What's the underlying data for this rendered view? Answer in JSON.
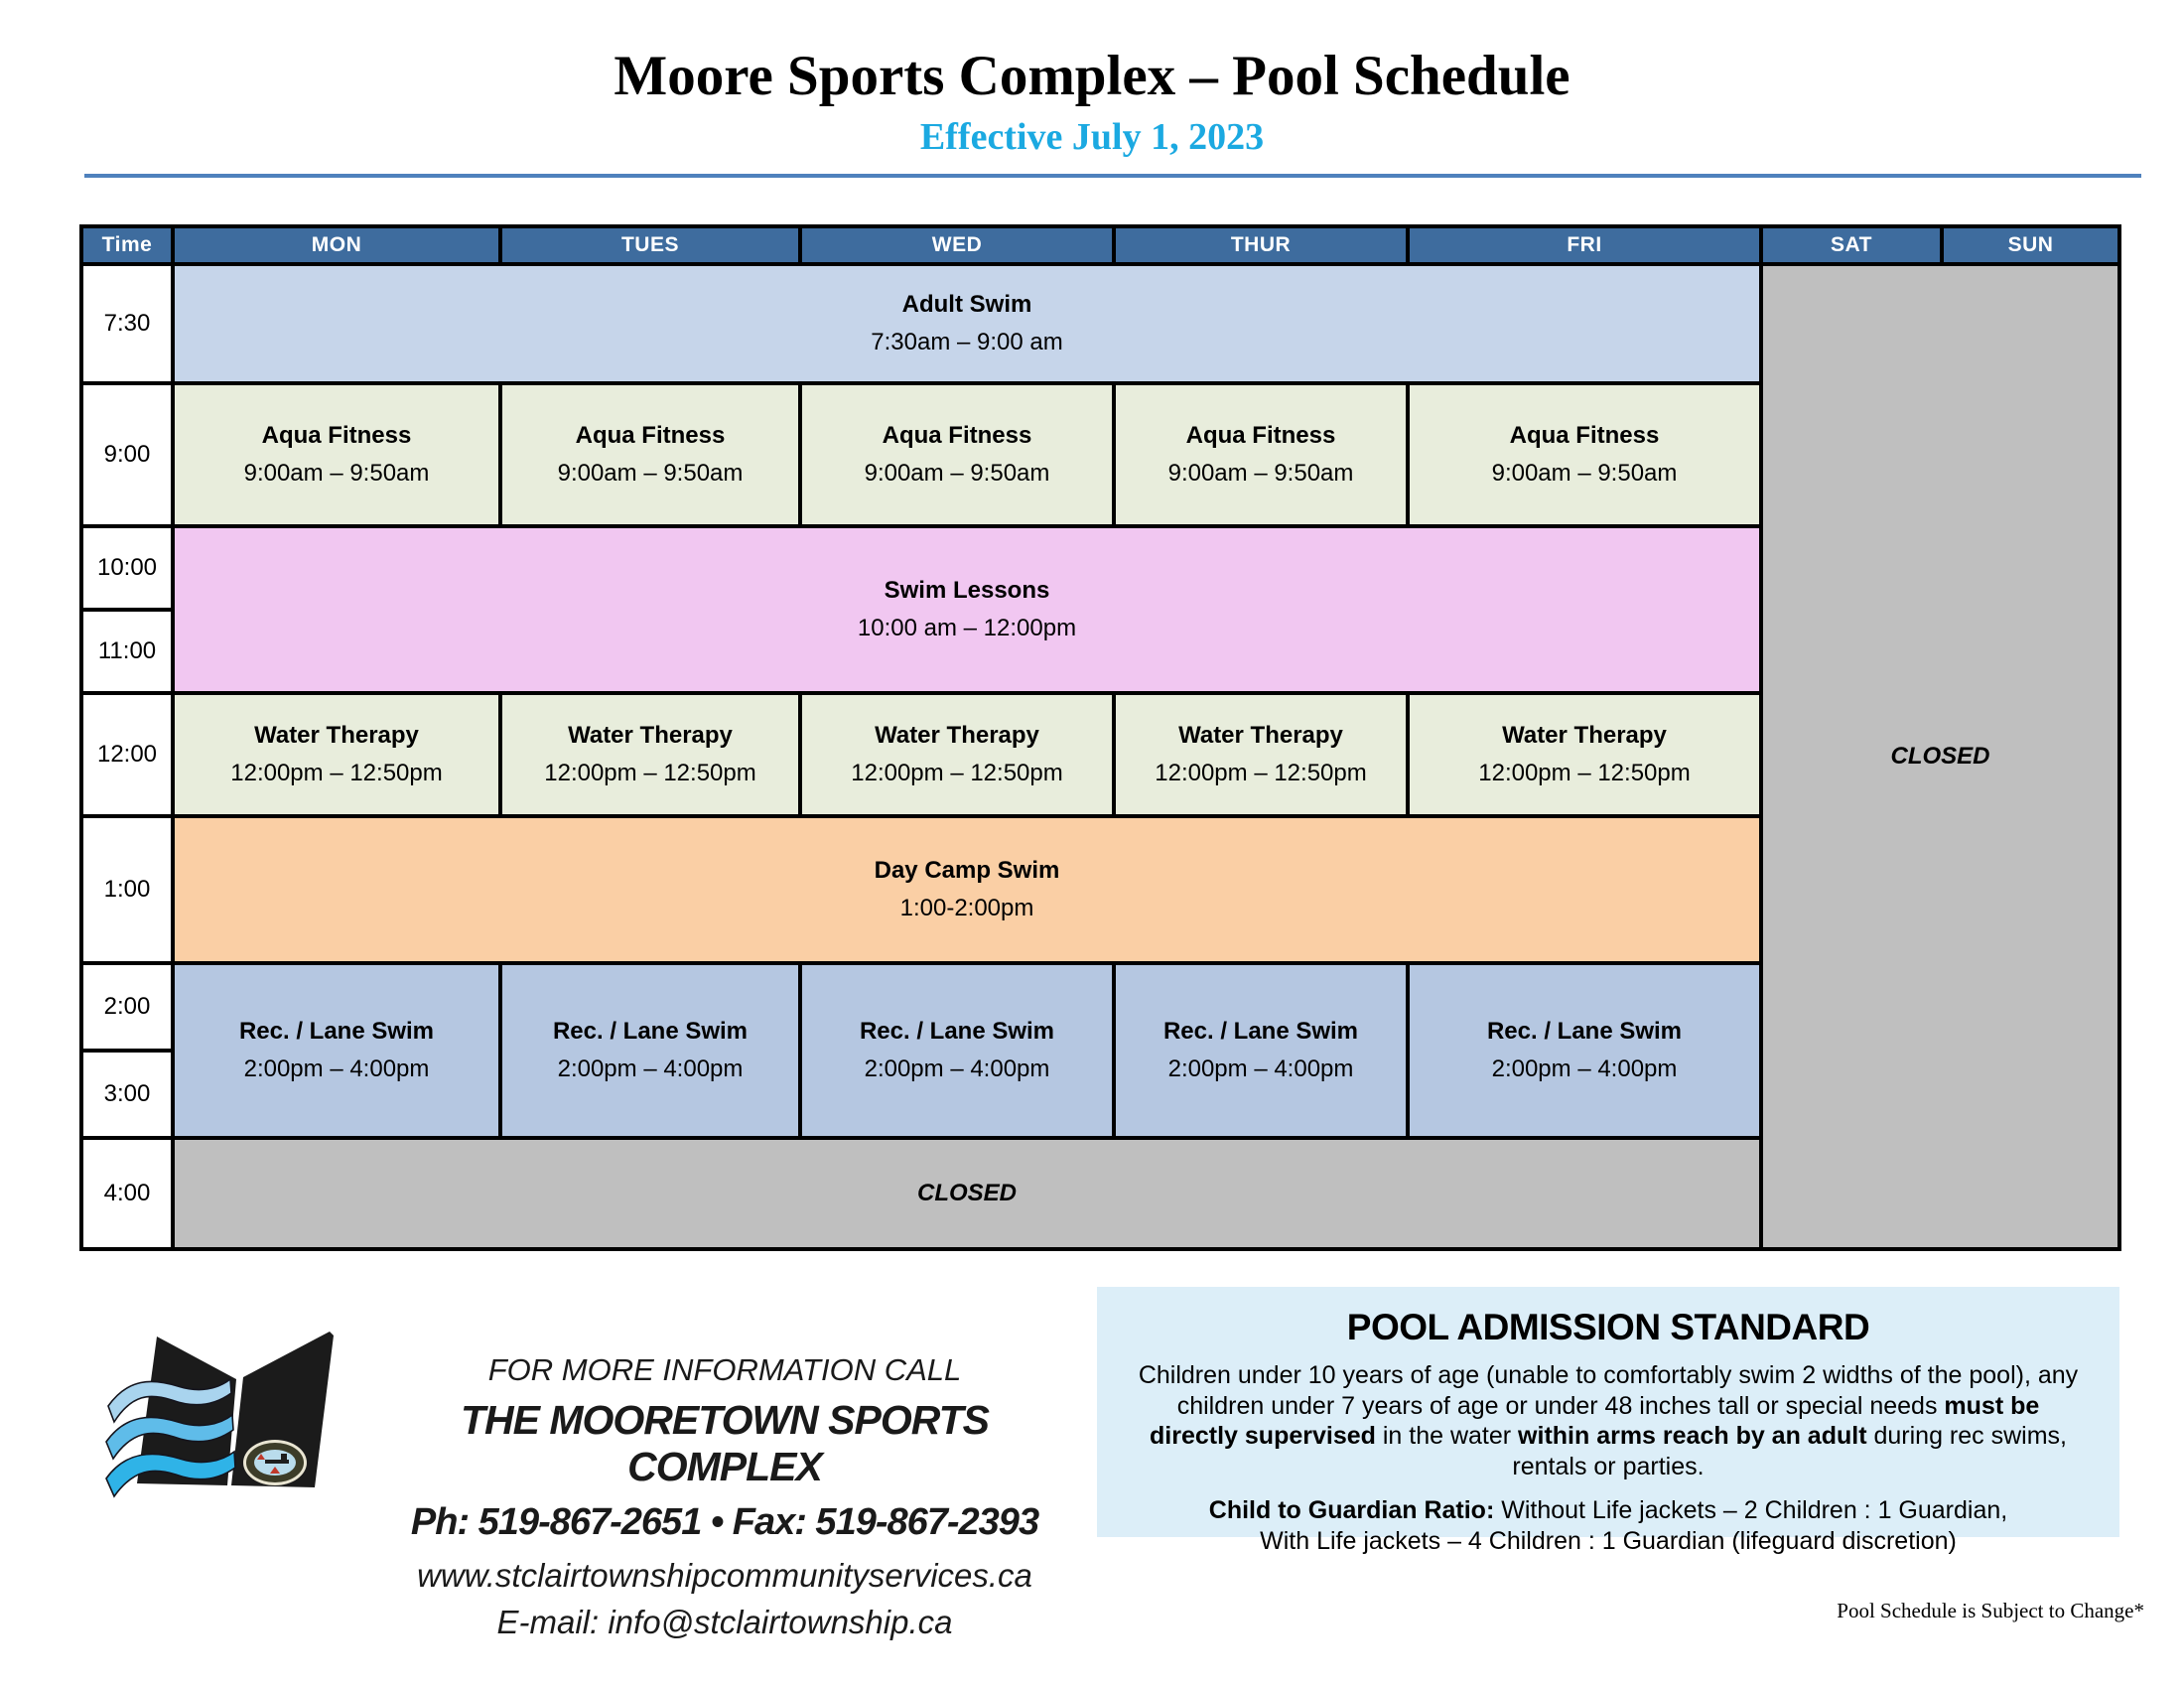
{
  "page": {
    "title": "Moore Sports Complex – Pool Schedule",
    "subtitle": "Effective July 1, 2023",
    "footnote": "Pool Schedule is Subject to Change*"
  },
  "colors": {
    "header_blue": "#3E6C9E",
    "adult_swim_blue": "#C6D5EA",
    "aqua_fitness_green": "#E8EDDC",
    "swim_lessons_pink": "#F1C7F1",
    "day_camp_orange": "#FACFA5",
    "rec_lane_blue": "#B5C7E1",
    "closed_gray": "#BFBFBF",
    "admission_box_blue": "#DCEEF8",
    "subtitle_cyan": "#1BA9E1",
    "rule_blue": "#4F81BD"
  },
  "schedule": {
    "columns": [
      "Time",
      "MON",
      "TUES",
      "WED",
      "THUR",
      "FRI",
      "SAT",
      "SUN"
    ],
    "times": [
      "7:30",
      "9:00",
      "10:00",
      "11:00",
      "12:00",
      "1:00",
      "2:00",
      "3:00",
      "4:00"
    ],
    "events": {
      "adult_swim": {
        "title": "Adult Swim",
        "time": "7:30am – 9:00 am"
      },
      "aqua_fitness": {
        "title": "Aqua Fitness",
        "time": "9:00am – 9:50am"
      },
      "swim_lessons": {
        "title": "Swim Lessons",
        "time": "10:00 am – 12:00pm"
      },
      "water_therapy": {
        "title": "Water Therapy",
        "time": "12:00pm – 12:50pm"
      },
      "day_camp_swim": {
        "title": "Day Camp Swim",
        "time": "1:00-2:00pm"
      },
      "rec_lane_swim": {
        "title": "Rec. / Lane Swim",
        "time": "2:00pm – 4:00pm"
      },
      "weekday_closed": {
        "title": "CLOSED"
      },
      "weekend_closed": {
        "title": "CLOSED"
      }
    }
  },
  "contact": {
    "line1": "FOR MORE INFORMATION CALL",
    "line2": "THE MOORETOWN SPORTS COMPLEX",
    "line3": "Ph: 519-867-2651  •  Fax: 519-867-2393",
    "line4": "www.stclairtownshipcommunityservices.ca",
    "line5": "E-mail: info@stclairtownship.ca"
  },
  "admission": {
    "title": "POOL ADMISSION STANDARD",
    "body_1": "Children under 10 years of age (unable to comfortably swim 2 widths of the pool), any children under 7 years of age or under 48 inches tall or special needs ",
    "body_bold_1": "must be directly supervised",
    "body_2": " in the water ",
    "body_bold_2": "within arms reach by an adult",
    "body_3": " during rec swims, rentals or parties.",
    "ratio_label": "Child to Guardian Ratio:",
    "ratio_text_1": " Without Life jackets – 2 Children : 1 Guardian,",
    "ratio_text_2": "With Life jackets – 4 Children : 1 Guardian (lifeguard discretion)"
  }
}
